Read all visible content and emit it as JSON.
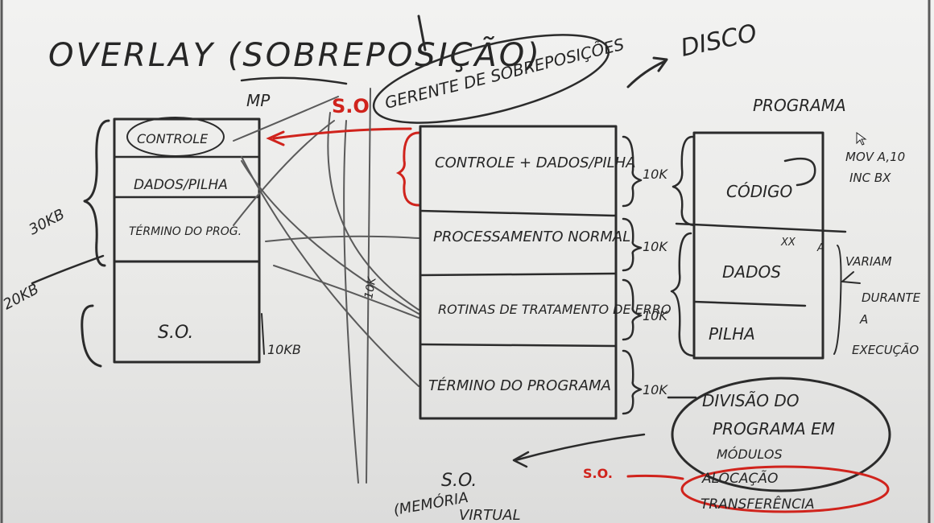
{
  "board": {
    "title": "OVERLAY (SOBREPOSIÇÃO)",
    "gerente_label": "GERENTE DE SOBREPOSIÇÕES",
    "so_red": "S.O",
    "disco_label": "DISCO",
    "mp_label": "MP",
    "memory_blocks": {
      "controle": "CONTROLE",
      "dados_pilha": "DADOS/PILHA",
      "termino": "TÉRMINO DO PROG.",
      "so": "S.O."
    },
    "memory_sizes": {
      "total": "30KB",
      "program_area": "20KB",
      "so_size": "10KB"
    },
    "modules": [
      {
        "label": "CONTROLE + DADOS/PILHA",
        "size": "10K"
      },
      {
        "label": "PROCESSAMENTO NORMAL",
        "size": "10K"
      },
      {
        "label": "ROTINAS DE TRATAMENTO DE ERRO",
        "size": "10K"
      },
      {
        "label": "TÉRMINO DO PROGRAMA",
        "size": "10K"
      }
    ],
    "side_10k": "10K",
    "programa_label": "PROGRAMA",
    "programa_parts": {
      "codigo": "CÓDIGO",
      "dados": "DADOS",
      "pilha": "PILHA",
      "xx": "XX",
      "a": "A"
    },
    "code_example": [
      "MOV A,10",
      "INC BX"
    ],
    "variam": [
      "VARIAM",
      "DURANTE",
      "A",
      "EXECUÇÃO"
    ],
    "divisao": [
      "DIVISÃO DO",
      "PROGRAMA EM",
      "MÓDULOS"
    ],
    "alocacao": "ALOCAÇÃO",
    "transferencia": "TRANSFERÊNCIA",
    "so_red2": "S.O.",
    "so_memoria": [
      "S.O.",
      "(MEMÓRIA",
      "VIRTUAL"
    ]
  }
}
